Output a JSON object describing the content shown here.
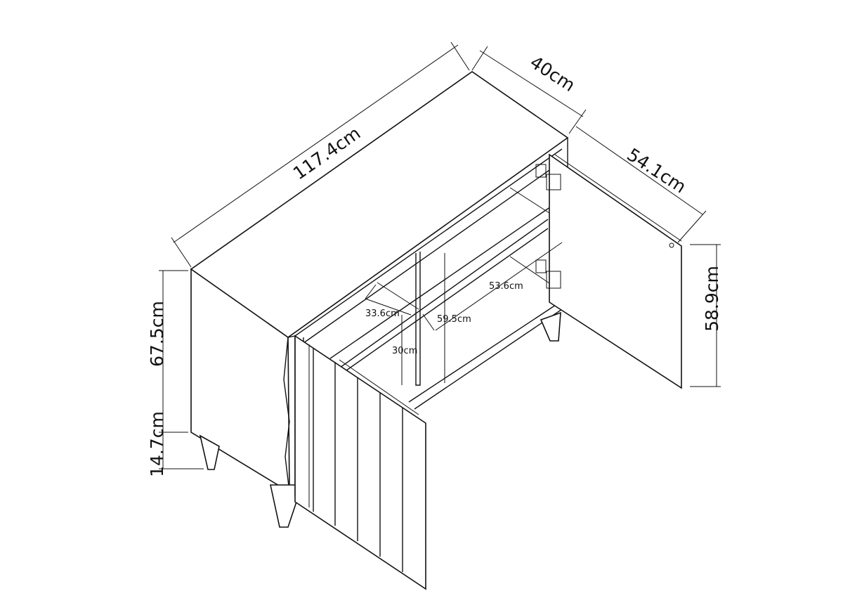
{
  "title": "Sideboard dimensions drawing",
  "dimensions": {
    "width": "117.4cm",
    "depth_top": "40cm",
    "depth_open_door": "54.1cm",
    "door_height": "58.9cm",
    "body_height": "67.5cm",
    "leg_height": "14.7cm",
    "shelf_depth": "33.6cm",
    "shelf_gap": "30cm",
    "interior_height": "59.5cm",
    "interior_width": "53.6cm"
  },
  "colors": {
    "line": "#111111",
    "background": "#ffffff"
  }
}
